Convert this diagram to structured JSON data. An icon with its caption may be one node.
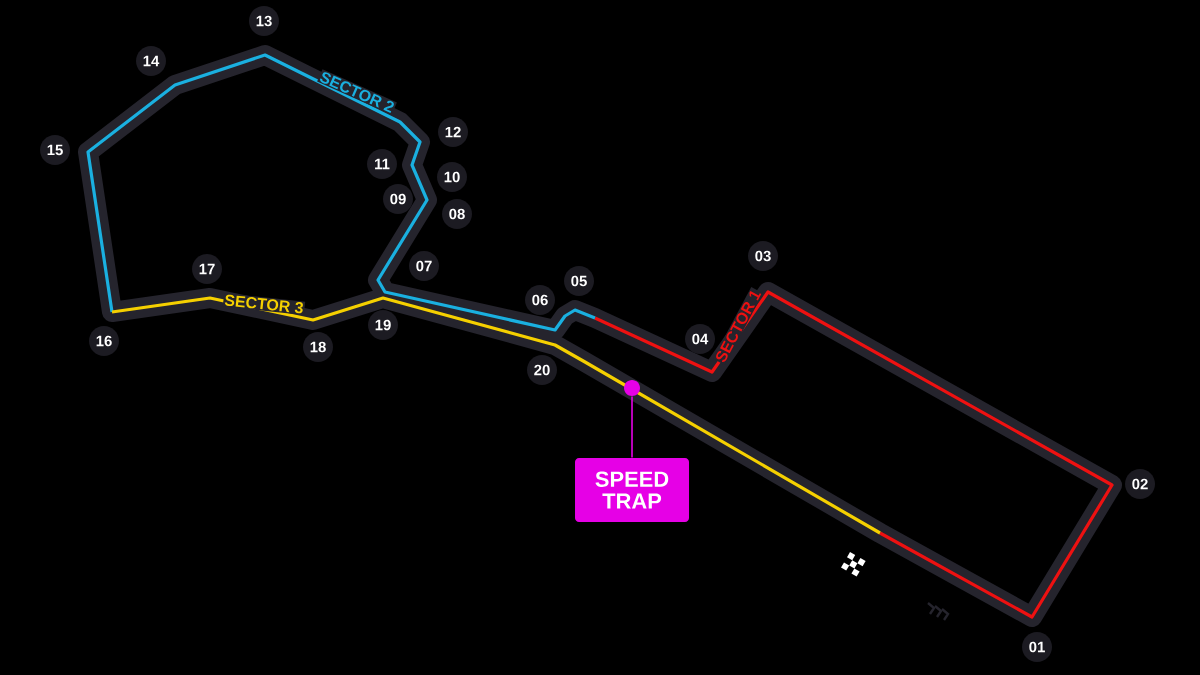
{
  "diagram": {
    "nodes": [
      {
        "text": [
          "01"
        ]
      },
      {
        "text": [
          "02"
        ]
      },
      {
        "text": [
          "03"
        ]
      },
      {
        "text": [
          "04"
        ]
      },
      {
        "text": [
          "05"
        ]
      },
      {
        "text": [
          "06"
        ]
      },
      {
        "text": [
          "07"
        ]
      },
      {
        "text": [
          "08"
        ]
      },
      {
        "text": [
          "09"
        ]
      },
      {
        "text": [
          "10"
        ]
      },
      {
        "text": [
          "11"
        ]
      },
      {
        "text": [
          "12"
        ]
      },
      {
        "text": [
          "13"
        ]
      },
      {
        "text": [
          "14"
        ]
      },
      {
        "text": [
          "15"
        ]
      },
      {
        "text": [
          "16"
        ]
      },
      {
        "text": [
          "17"
        ]
      },
      {
        "text": [
          "18"
        ]
      },
      {
        "text": [
          "19"
        ]
      },
      {
        "text": [
          "20"
        ]
      },
      {
        "text": [
          "SPEED TRAP"
        ]
      },
      {
        "text": [],
        "shape": "circle"
      }
    ],
    "edges": [
      {
        "from": 20,
        "to": 21,
        "arrow": "none"
      }
    ],
    "labels": [
      "SECTOR 2",
      "SECTOR 3",
      "SECTOR 1"
    ]
  }
}
